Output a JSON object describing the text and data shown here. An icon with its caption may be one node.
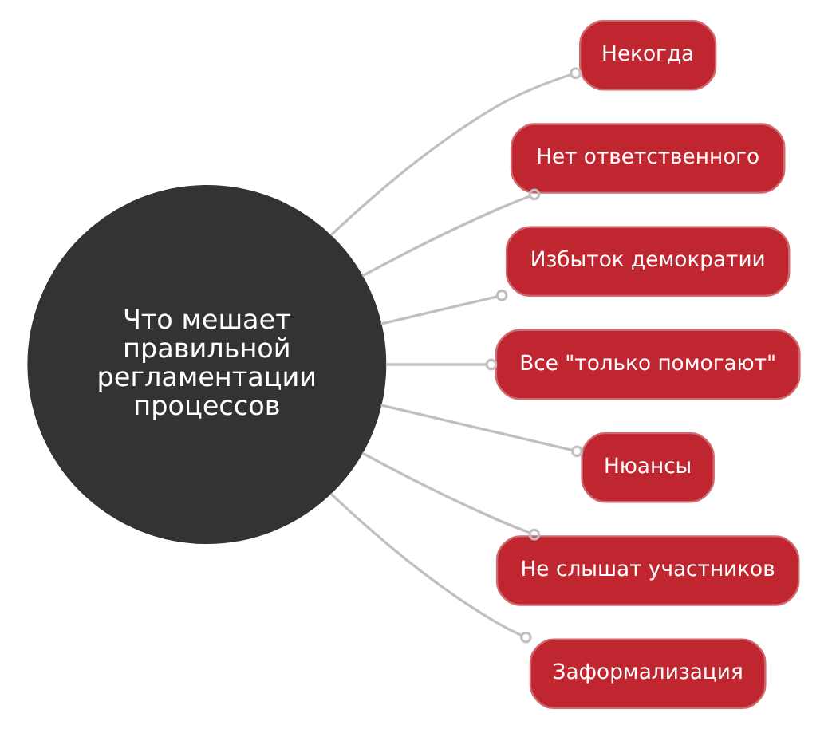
{
  "diagram": {
    "nodes": [
      {
        "text": [
          "Что мешает правильной регламентации процессов"
        ]
      },
      {
        "text": [
          "Некогда"
        ]
      },
      {
        "text": [
          "Нет ответственного"
        ]
      },
      {
        "text": [
          "Избыток демократии"
        ]
      },
      {
        "text": [
          "Все \"только помогают\""
        ]
      },
      {
        "text": [
          "Нюансы"
        ]
      },
      {
        "text": [
          "Не слышат участников"
        ]
      },
      {
        "text": [
          "Заформализация"
        ]
      }
    ],
    "edges": [
      {
        "from": 0,
        "to": 1,
        "arrow": "other"
      },
      {
        "from": 0,
        "to": 2,
        "arrow": "other"
      },
      {
        "from": 0,
        "to": 3,
        "arrow": "other"
      },
      {
        "from": 0,
        "to": 4,
        "arrow": "other"
      },
      {
        "from": 0,
        "to": 5,
        "arrow": "other"
      },
      {
        "from": 0,
        "to": 6,
        "arrow": "other"
      },
      {
        "from": 0,
        "to": 7,
        "arrow": "other"
      }
    ]
  }
}
